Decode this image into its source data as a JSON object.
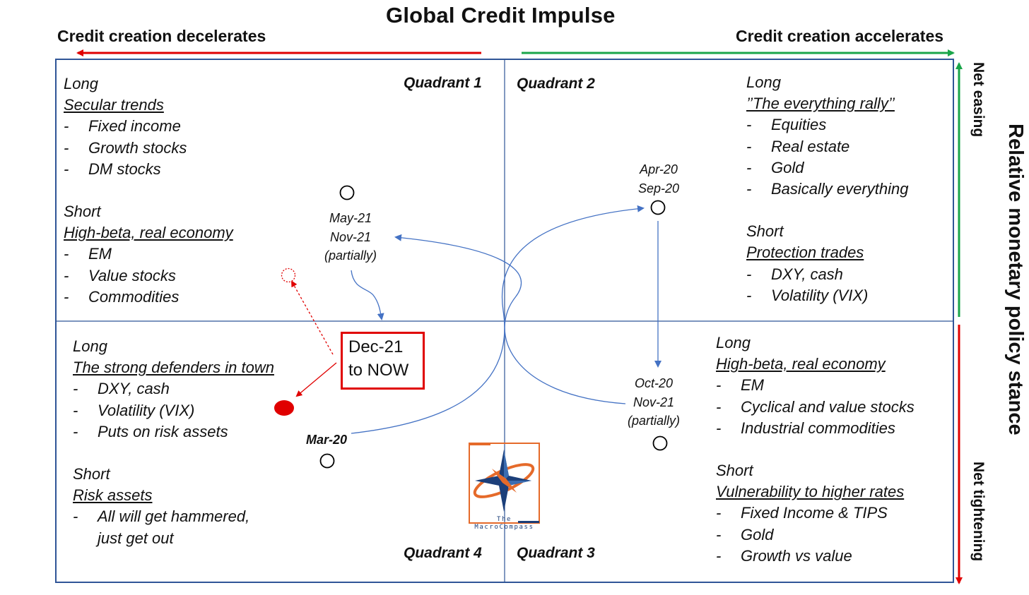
{
  "title": "Global Credit Impulse",
  "header": {
    "left": "Credit creation decelerates",
    "right": "Credit creation accelerates"
  },
  "side": {
    "title": "Relative monetary policy stance",
    "top": "Net easing",
    "bottom": "Net tightening"
  },
  "quadrants": {
    "q1": "Quadrant 1",
    "q2": "Quadrant 2",
    "q3": "Quadrant 3",
    "q4": "Quadrant 4"
  },
  "q1_block": {
    "long": "Long",
    "long_theme": "Secular trends",
    "long_items": [
      "Fixed income",
      "Growth stocks",
      "DM stocks"
    ],
    "short": "Short",
    "short_theme": "High-beta, real economy",
    "short_items": [
      "EM",
      "Value stocks",
      "Commodities"
    ]
  },
  "q2_block": {
    "long": "Long",
    "long_theme": "’’The everything rally’’",
    "long_items": [
      "Equities",
      "Real estate",
      "Gold",
      "Basically everything"
    ],
    "short": "Short",
    "short_theme": "Protection trades",
    "short_items": [
      "DXY, cash",
      "Volatility (VIX)"
    ]
  },
  "q3_block": {
    "long": "Long",
    "long_theme": "High-beta, real economy",
    "long_items": [
      "EM",
      "Cyclical and value stocks",
      "Industrial commodities"
    ],
    "short": "Short",
    "short_theme": "Vulnerability to higher rates",
    "short_items": [
      "Fixed Income & TIPS",
      "Gold",
      "Growth vs value"
    ]
  },
  "q4_block": {
    "long": "Long",
    "long_theme": "The strong defenders in town",
    "long_items": [
      "DXY, cash",
      "Volatility (VIX)",
      "Puts on risk assets"
    ],
    "short": "Short",
    "short_theme": "Risk assets",
    "short_items": [
      "All will get hammered,",
      "just get out"
    ]
  },
  "dates": {
    "q1": [
      "May-21",
      "Nov-21",
      "(partially)"
    ],
    "q2": [
      "Apr-20",
      "Sep-20"
    ],
    "q3": [
      "Oct-20",
      "Nov-21",
      "(partially)"
    ],
    "q4": "Mar-20"
  },
  "now_box": [
    "Dec-21",
    "to NOW"
  ],
  "logo": [
    "The",
    "MacroCompass"
  ],
  "colors": {
    "red": "#e00000",
    "green": "#1aa54a",
    "blue_line": "#2f5597",
    "curve": "#4472c4",
    "logo_orange": "#e56a2a",
    "logo_blue": "#1c3f7a"
  },
  "dash": "-"
}
